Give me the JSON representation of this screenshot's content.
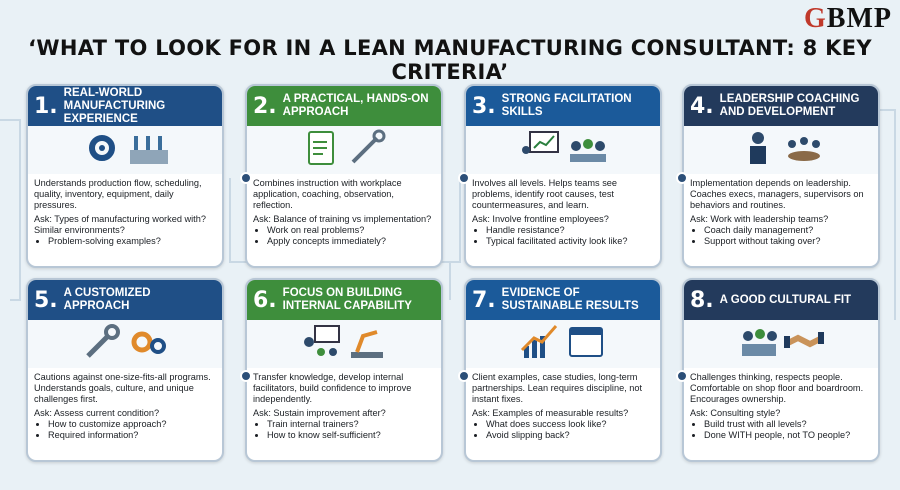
{
  "logo": "GBMP",
  "title": "‘WHAT TO LOOK FOR IN A LEAN MANUFACTURING CONSULTANT: 8 KEY CRITERIA’",
  "colors": {
    "blue": "#1f4f86",
    "green": "#3e8e3c",
    "dblue": "#1b5a9a",
    "navy": "#233a5c"
  },
  "cards": [
    {
      "num": "1.",
      "title": "REAL-WORLD MANUFACTURING EXPERIENCE",
      "desc": "Understands production flow, scheduling, quality, inventory, equipment, daily pressures.",
      "ask": "Ask: Types of manufacturing worked with? Similar environments?",
      "bullets": [
        "Problem-solving examples?"
      ],
      "icons": [
        "gear-icon",
        "factory-icon"
      ]
    },
    {
      "num": "2.",
      "title": "A PRACTICAL, HANDS-ON APPROACH",
      "desc": "Combines instruction with workplace application, coaching, observation, reflection.",
      "ask": "Ask: Balance of training vs implementation?",
      "bullets": [
        "Work on real problems?",
        "Apply concepts immediately?"
      ],
      "icons": [
        "clipboard-icon",
        "tools-icon"
      ]
    },
    {
      "num": "3.",
      "title": "STRONG FACILITATION SKILLS",
      "desc": "Involves all levels. Helps teams see problems, identify root causes, test countermeasures, and learn.",
      "ask": "Ask: Involve frontline employees?",
      "bullets": [
        "Handle resistance?",
        "Typical facilitated activity look like?"
      ],
      "icons": [
        "presenter-icon",
        "team-icon"
      ]
    },
    {
      "num": "4.",
      "title": "LEADERSHIP COACHING AND DEVELOPMENT",
      "desc": "Implementation depends on leadership. Coaches execs, managers, supervisors on behaviors and routines.",
      "ask": "Ask: Work with leadership teams?",
      "bullets": [
        "Coach daily management?",
        "Support without taking over?"
      ],
      "icons": [
        "leader-icon",
        "meeting-icon"
      ]
    },
    {
      "num": "5.",
      "title": "A CUSTOMIZED APPROACH",
      "desc": "Cautions against one-size-fits-all programs. Understands goals, culture, and unique challenges first.",
      "ask": "Ask: Assess current condition?",
      "bullets": [
        "How to customize approach?",
        "Required information?"
      ],
      "icons": [
        "wrench-icon",
        "gears-icon"
      ]
    },
    {
      "num": "6.",
      "title": "FOCUS ON BUILDING INTERNAL CAPABILITY",
      "desc": "Transfer knowledge, develop internal facilitators, build confidence to improve independently.",
      "ask": "Ask: Sustain improvement after?",
      "bullets": [
        "Train internal trainers?",
        "How to know self-sufficient?"
      ],
      "icons": [
        "trainer-icon",
        "robot-arm-icon"
      ]
    },
    {
      "num": "7.",
      "title": "EVIDENCE OF SUSTAINABLE RESULTS",
      "desc": "Client examples, case studies, long-term partnerships. Lean requires discipline, not instant fixes.",
      "ask": "Ask: Examples of measurable results?",
      "bullets": [
        "What does success look like?",
        "Avoid slipping back?"
      ],
      "icons": [
        "growth-chart-icon",
        "calendar-icon"
      ]
    },
    {
      "num": "8.",
      "title": "A GOOD CULTURAL FIT",
      "desc": "Challenges thinking, respects people. Comfortable on shop floor and boardroom. Encourages ownership.",
      "ask": "Ask: Consulting style?",
      "bullets": [
        "Build trust with all levels?",
        "Done WITH people, not TO people?"
      ],
      "icons": [
        "group-icon",
        "handshake-icon"
      ]
    }
  ]
}
